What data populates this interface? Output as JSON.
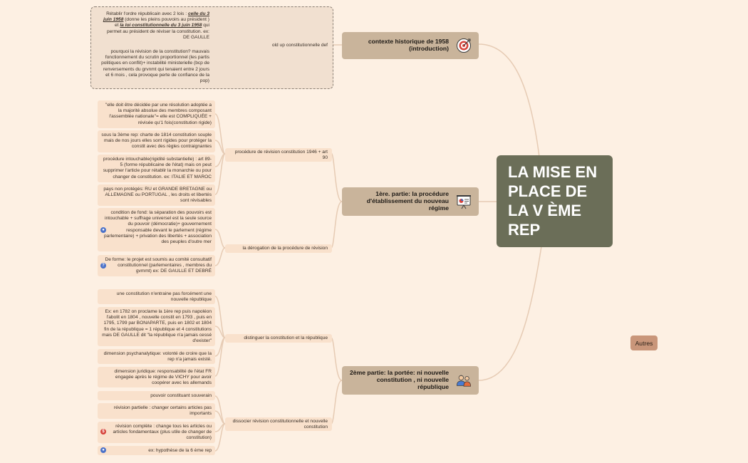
{
  "root": {
    "title": "LA MISE EN PLACE DE LA V ÈME REP"
  },
  "autres": "Autres",
  "b1": {
    "title": "contexte historique de 1958 (introduction)",
    "icon": "target-icon",
    "sub1": {
      "label": "old up constitutionnelle def",
      "leaf1": {
        "pre": "Rétablir l'ordre républicain avec 2 lois : ",
        "em1": "celle du 3 juin 1958",
        "mid": " (donne les pleins pouvoirs au président ) et ",
        "em2": "la loi constitutionnelle du 3 juin 1958",
        "post": " qui permet au président de réviser la constitution.  ex: DE GAULLE"
      },
      "leaf2": "pourquoi la révision de la constitution?   mauvais fonctionnement du scrutin proportionnel  (les partis politiques en conflit)+ instabilité ministerielle (bcp de renversements du grvnmt qui tenaient entre 2 jours et 6 mois , cela provoque perte de confiance de la pop)"
    }
  },
  "b2": {
    "title": "1ère. partie: la procédure d'établissement du nouveau régime",
    "icon": "presentation-icon",
    "sub1": {
      "label": "procédure de révision constitution 1946 + art 90",
      "leaves": [
        "\"elle doit être décidée par une résolution adoptée a la majorité absolue des membres composant l'assemblée nationale\"= elle est  COMPLIQUÉE  + révisée  qu'1 fois(constitution rigide)",
        "sous la 3ème rep: charte de 1814  constitution souple  mais de nos jours elles sont rigides pour protéger la constit avec des règles contraignantes",
        "procédure intouchable(rigidité substantielle) : art 89-5 (forme républicaine de l'état) mais on peut supprimer l'article pour rétablir la monarchie  ou pour changer de constitution. ex: ITALIE ET MAROC",
        "pays non protégés: RU et GRANDE BRETAGNE  ou ALLEMAGNE  ou PORTUGAL  , les droits et libertés sont révisables"
      ]
    },
    "sub2": {
      "label": "la dérogation de la procédure de révision",
      "leaves": [
        "condition de fond:  la séparation des pouvoirs est intouchable + suffrage universel est la seule source  du pouvoir (démocratie)+ gouvernement responsable devant le parlement (régime parlementaire) + privation des libertés + association des peuples d'outre mer",
        "De forme: le projet est soumis au comité consultatif constitutionnel (parlementaires , membres du gvmmt) ex: DE GAULLE ET DEBRÉ"
      ]
    }
  },
  "b3": {
    "title": "2ème partie: la portée: ni nouvelle constitution , ni nouvelle république",
    "icon": "people-icon",
    "sub1": {
      "label": "distinguer la constitution et la république",
      "leaves": [
        "une constitution n'entraine pas forcément  une nouvelle république",
        "Ex: en 1782  on proclame la 1ère rep  puis napoléon l'abolit en 1804 , nouvelle constit en 1793 , puis en 1795, 1799 par BONAPARTE, puis en 1802  et 1804 fin de la république = 1 république et 4 constitutions  mais DE GAULLE dit \"la république n'a jamais cessé d'exister\"",
        "dimension psychanalytique: volonté de croire que la rep n'a jamais existé.",
        "dimension juridique: responsabilité de l'état FR engagée après le régime de VICHY pour avoir coopérer avec les allemands"
      ]
    },
    "sub2": {
      "label": "dissocier révision constitutionnelle et nouvelle constitution",
      "leaves": [
        "pouvoir constituant souverain",
        "révision partielle : changer certains articles pas importants",
        "révision complète : change tous les articles ou articles fondamentaux (plus utile de changer de constitution)",
        "ex: hypothèse de la 6 ème rep"
      ]
    }
  },
  "colors": {
    "root": "#6b6e58",
    "branch": "#c9b49b",
    "leaf": "#f9e1cc",
    "line": "#e3c6ae",
    "background": "#fdf0e3"
  }
}
